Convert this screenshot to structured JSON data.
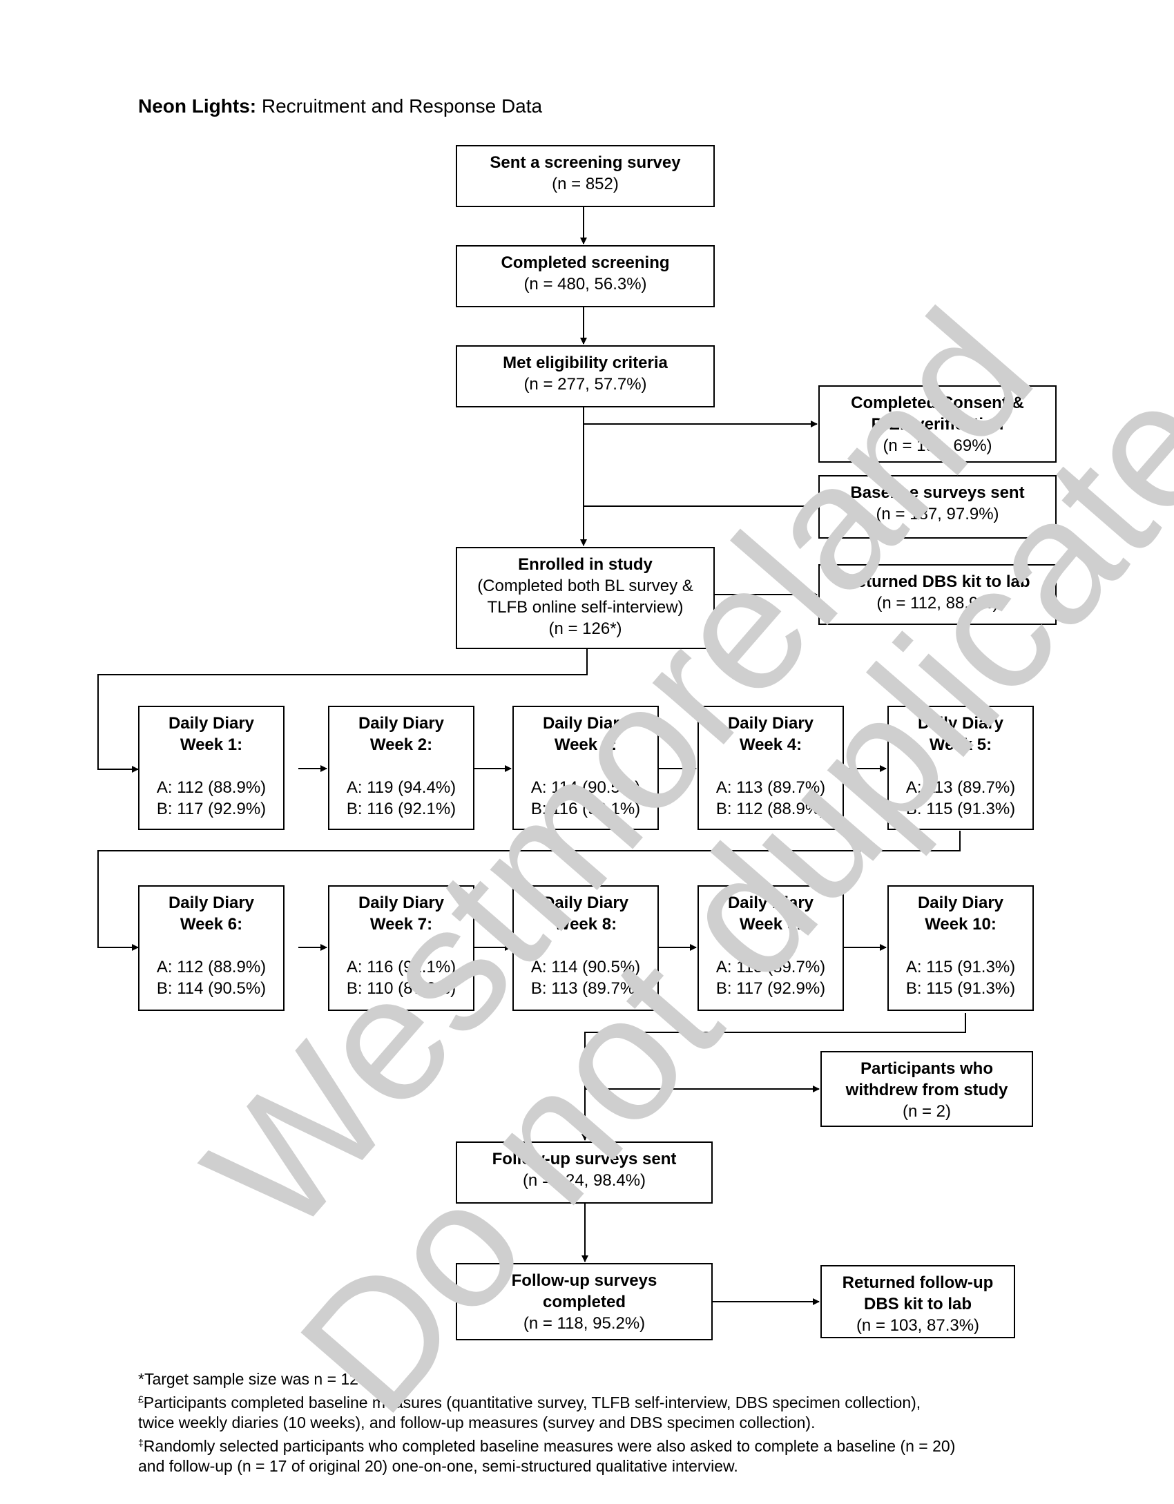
{
  "header": {
    "title_bold": "Neon Lights:",
    "title_rest": "Recruitment and Response Data"
  },
  "flow": {
    "screening_sent": {
      "title": "Sent a screening survey",
      "n": "(n = 852)"
    },
    "screening_completed": {
      "title": "Completed screening",
      "n": "(n = 480, 56.3%)"
    },
    "eligible": {
      "title": "Met eligibility criteria",
      "n": "(n = 277, 57.7%)"
    },
    "consent": {
      "title_line1": "Completed Consent &",
      "title_line2": "PrEP verification",
      "n": "(n = 191, 69%)"
    },
    "baseline_sent": {
      "title": "Baseline surveys sent",
      "n": "(n = 187, 97.9%)"
    },
    "enrolled": {
      "title": "Enrolled in study",
      "line2": "(Completed both BL survey &",
      "line3": "TLFB online self-interview)",
      "n": "(n = 126*)"
    },
    "dbs_returned": {
      "title": "Returned DBS kit to lab",
      "n": "(n = 112, 88.9%)"
    },
    "withdrew": {
      "title_line1": "Participants who",
      "title_line2": "withdrew from study",
      "n": "(n = 2)"
    },
    "followup_sent": {
      "title": "Follow-up surveys sent",
      "n": "(n = 124, 98.4%)"
    },
    "followup_completed": {
      "title_line1": "Follow-up surveys",
      "title_line2": "completed",
      "n": "(n = 118, 95.2%)"
    },
    "followup_dbs": {
      "title_line1": "Returned follow-up",
      "title_line2": "DBS kit to lab",
      "n": "(n = 103, 87.3%)"
    }
  },
  "diary_weeks": [
    {
      "label": "Daily Diary",
      "week": "Week 1:",
      "a": "A: 112 (88.9%)",
      "b": "B: 117 (92.9%)"
    },
    {
      "label": "Daily Diary",
      "week": "Week 2:",
      "a": "A: 119 (94.4%)",
      "b": "B: 116 (92.1%)"
    },
    {
      "label": "Daily Diary",
      "week": "Week 3:",
      "a": "A: 114 (90.5%)",
      "b": "B: 116 (92.1%)"
    },
    {
      "label": "Daily Diary",
      "week": "Week 4:",
      "a": "A: 113 (89.7%)",
      "b": "B: 112 (88.9%)"
    },
    {
      "label": "Daily Diary",
      "week": "Week 5:",
      "a": "A: 113 (89.7%)",
      "b": "B: 115 (91.3%)"
    },
    {
      "label": "Daily Diary",
      "week": "Week 6:",
      "a": "A: 112 (88.9%)",
      "b": "B: 114 (90.5%)"
    },
    {
      "label": "Daily Diary",
      "week": "Week 7:",
      "a": "A: 116 (92.1%)",
      "b": "B: 110 (87.3%)"
    },
    {
      "label": "Daily Diary",
      "week": "Week 8:",
      "a": "A: 114 (90.5%)",
      "b": "B: 113 (89.7%)"
    },
    {
      "label": "Daily Diary",
      "week": "Week 9:",
      "a": "A: 113 (89.7%)",
      "b": "B: 117 (92.9%)"
    },
    {
      "label": "Daily Diary",
      "week": "Week 10:",
      "a": "A: 115 (91.3%)",
      "b": "B: 115 (91.3%)"
    }
  ],
  "footnotes": {
    "note1": "*Target sample size was n = 125.",
    "note2_mark": "£",
    "note2_line1": "Participants completed baseline measures (quantitative survey, TLFB self-interview, DBS specimen collection),",
    "note2_line2": "twice weekly diaries (10 weeks), and follow-up measures (survey and DBS specimen collection).",
    "note3_mark": "‡",
    "note3_line1": "Randomly selected participants who completed baseline measures were also asked to complete a baseline (n = 20)",
    "note3_line2": "and follow-up (n = 17 of original 20) one-on-one, semi-structured qualitative interview."
  },
  "watermark": {
    "line1": "Westmoreland",
    "line2": "Do not duplicate"
  }
}
